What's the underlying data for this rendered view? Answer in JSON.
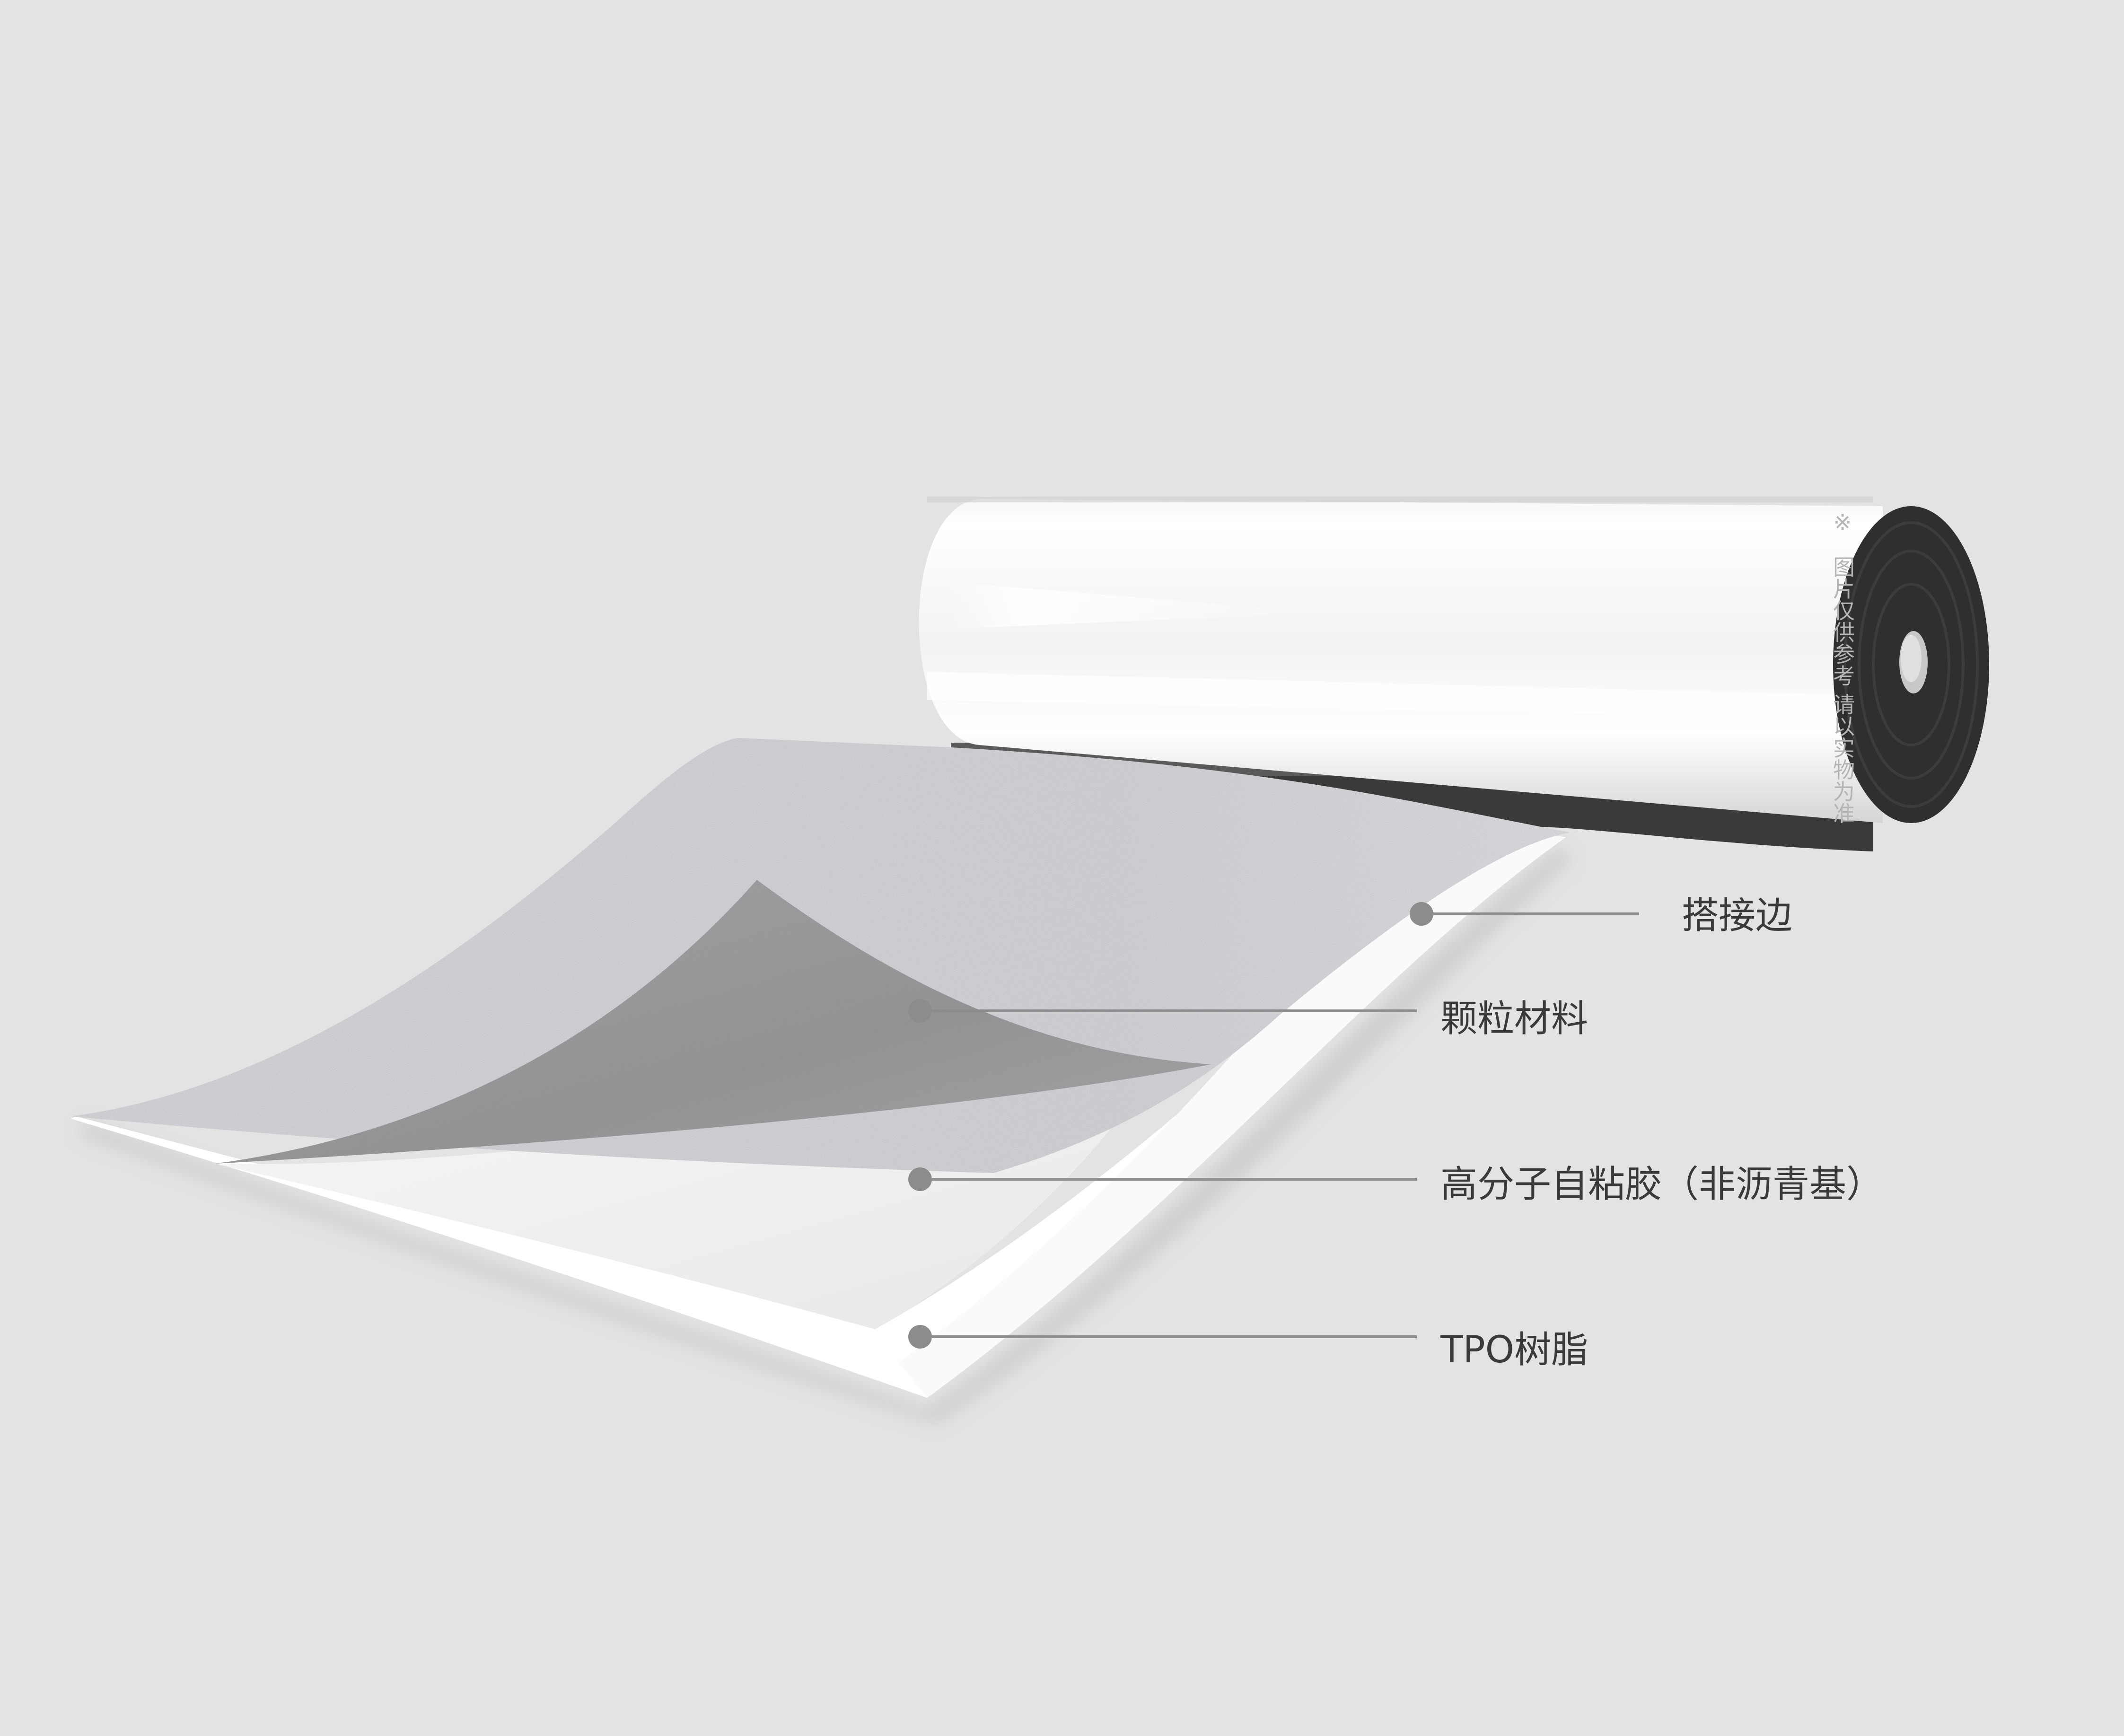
{
  "diagram": {
    "background": "#e3e3e3",
    "product": "TPO roll with granule surface",
    "layers": [
      {
        "id": "lap-edge",
        "label": "搭接边"
      },
      {
        "id": "granules",
        "label": "颗粒材料"
      },
      {
        "id": "adhesive",
        "label": "高分子自粘胶（非沥青基）"
      },
      {
        "id": "tpo",
        "label": "TPO树脂"
      }
    ],
    "notice": {
      "symbol": "※",
      "text": "图片仅供参考 请以实物为准"
    },
    "colors": {
      "granule_surface": "#d9d9d9",
      "adhesive_layer": "#8e8e8e",
      "tpo_layer": "#f3f3f3",
      "roll_core": "#2f2f2f",
      "leader": "#8c8c8c"
    }
  }
}
